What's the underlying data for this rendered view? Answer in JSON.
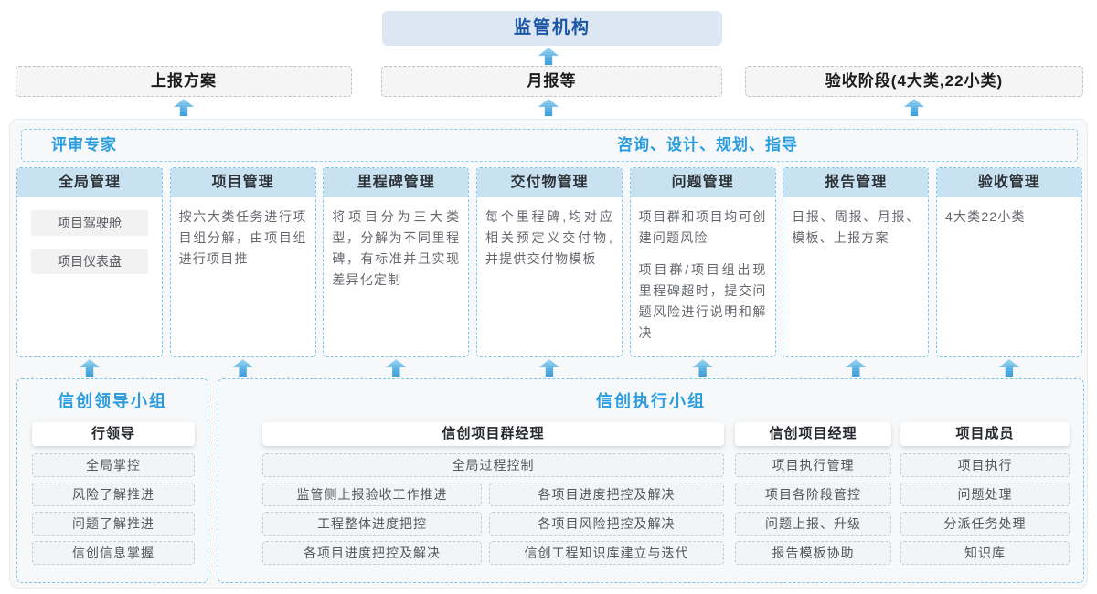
{
  "colors": {
    "accent_blue": "#2a9de0",
    "regulator_text": "#1b55a5",
    "regulator_bg": "#dce7f3",
    "column_header_bg": "#c9e2f1",
    "dashed_blue_border": "#7ec6ec",
    "arrow_blue": "#4ba3d8",
    "container_bg": "#f7f8f9"
  },
  "icons": {
    "arrow_up_glyph": "▲"
  },
  "top": {
    "regulator": "监管机构",
    "boxes": [
      "上报方案",
      "月报等",
      "验收阶段(4大类,22小类)"
    ]
  },
  "middle": {
    "left_header": "评审专家",
    "right_header": "咨询、设计、规划、指导",
    "columns": [
      {
        "title": "全局管理",
        "chips": [
          "项目驾驶舱",
          "项目仪表盘"
        ]
      },
      {
        "title": "项目管理",
        "paragraphs": [
          "按六大类任务进行项目组分解，由项目组进行项目推"
        ]
      },
      {
        "title": "里程碑管理",
        "paragraphs": [
          "将项目分为三大类型，分解为不同里程碑，有标准并且实现差异化定制"
        ]
      },
      {
        "title": "交付物管理",
        "paragraphs": [
          "每个里程碑,均对应相关预定义交付物,并提供交付物模板"
        ]
      },
      {
        "title": "问题管理",
        "paragraphs": [
          "项目群和项目均可创建问题风险",
          "项目群/项目组出现里程碑超时，提交问题风险进行说明和解决"
        ]
      },
      {
        "title": "报告管理",
        "paragraphs": [
          "日报、周报、月报、模板、上报方案"
        ]
      },
      {
        "title": "验收管理",
        "paragraphs": [
          "4大类22小类"
        ]
      }
    ]
  },
  "bottom": {
    "leader": {
      "title": "信创领导小组",
      "role": "行领导",
      "items": [
        "全局掌控",
        "风险了解推进",
        "问题了解推进",
        "信创信息掌握"
      ]
    },
    "executor": {
      "title": "信创执行小组",
      "pgm": {
        "role": "信创项目群经理",
        "full_item": "全局过程控制",
        "left_items": [
          "监管侧上报验收工作推进",
          "工程整体进度把控",
          "各项目进度把控及解决"
        ],
        "right_items": [
          "各项目进度把控及解决",
          "各项目风险把控及解决",
          "信创工程知识库建立与迭代"
        ]
      },
      "pm": {
        "role": "信创项目经理",
        "items": [
          "项目执行管理",
          "项目各阶段管控",
          "问题上报、升级",
          "报告模板协助"
        ]
      },
      "member": {
        "role": "项目成员",
        "items": [
          "项目执行",
          "问题处理",
          "分派任务处理",
          "知识库"
        ]
      }
    }
  }
}
